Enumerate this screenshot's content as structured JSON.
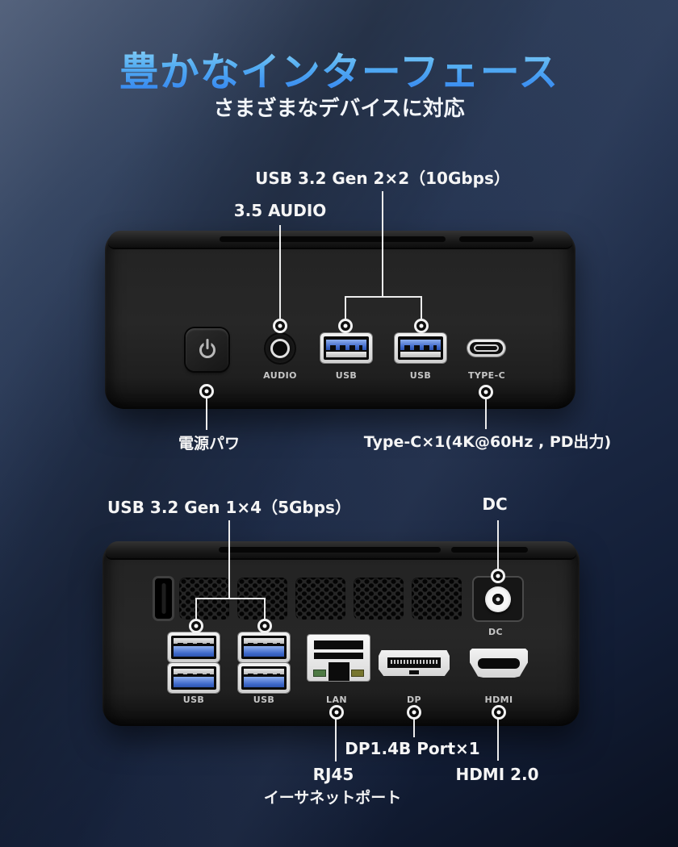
{
  "header": {
    "title": "豊かなインターフェース",
    "subtitle": "さまざまなデバイスに対応"
  },
  "front": {
    "top_callouts": {
      "usb": "USB 3.2 Gen 2×2（10Gbps）",
      "audio": "3.5 AUDIO"
    },
    "port_labels": {
      "audio": "AUDIO",
      "usb_a": "USB",
      "usb_b": "USB",
      "typec": "TYPE-C"
    },
    "bottom_callouts": {
      "power": "電源パワ",
      "typec": "Type-C×1(4K@60Hz , PD出力)"
    }
  },
  "rear": {
    "top_callouts": {
      "usb": "USB 3.2 Gen 1×4（5Gbps）",
      "dc": "DC"
    },
    "port_labels": {
      "usb_a": "USB",
      "usb_b": "USB",
      "lan": "LAN",
      "dp": "DP",
      "hdmi": "HDMI",
      "dc": "DC"
    },
    "bottom_callouts": {
      "dp": "DP1.4B Port×1",
      "rj45_line1": "RJ45",
      "rj45_line2": "イーサネットポート",
      "hdmi": "HDMI 2.0"
    }
  },
  "colors": {
    "background_top": "#46536b",
    "background_bottom": "#0a101f",
    "title_gradient_top": "#9bdcf7",
    "title_gradient_bottom": "#2e7df0",
    "usb_port_blue": "#3e68c9",
    "callout_line": "#ececec",
    "device_body": "#242424",
    "lan_led_green": "#4e7a44",
    "lan_led_amber": "#77762f"
  }
}
